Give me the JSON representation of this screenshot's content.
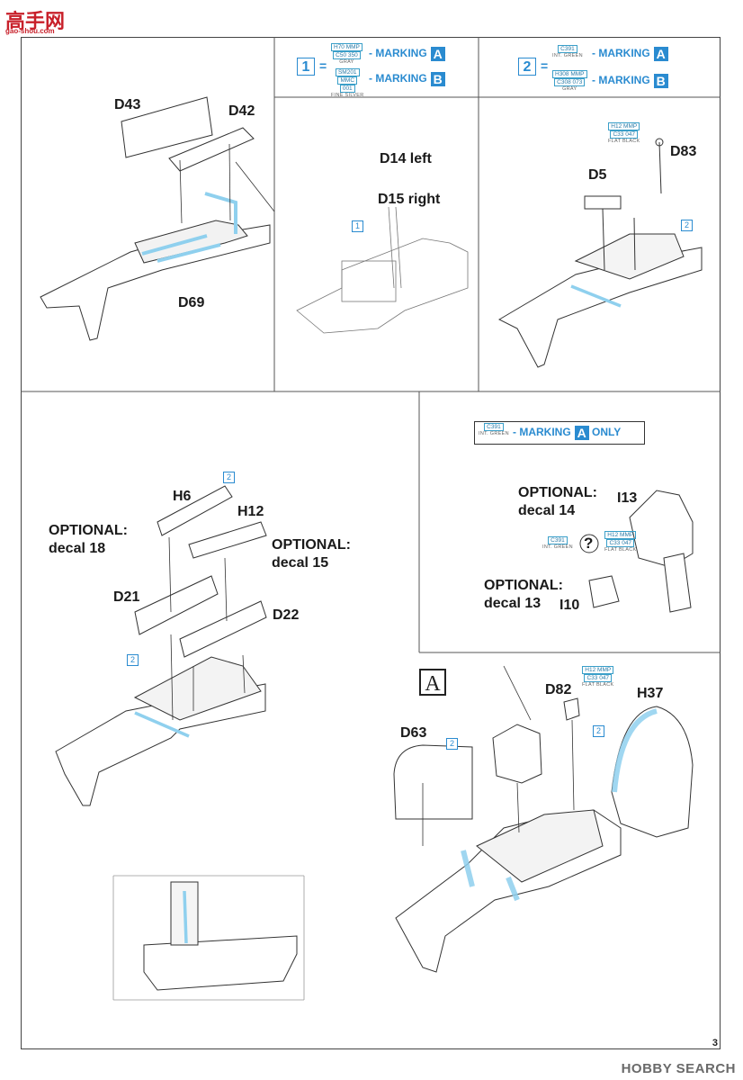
{
  "header": {
    "logo_text": "高手网",
    "logo_sub": "gao-shou.com"
  },
  "step1": {
    "number": "1",
    "eq": "=",
    "row1": {
      "codes": [
        "H70 MMP",
        "C50 350"
      ],
      "sub": "GRAY",
      "label": "- MARKING",
      "mark": "A"
    },
    "row2": {
      "codes": [
        "SM201",
        "MMC",
        "001"
      ],
      "sub": "FINE SILVER",
      "label": "- MARKING",
      "mark": "B"
    }
  },
  "step2": {
    "number": "2",
    "eq": "=",
    "row1": {
      "codes": [
        "C391"
      ],
      "sub": "INT. GREEN",
      "label": "- MARKING",
      "mark": "A"
    },
    "row2": {
      "codes": [
        "H308 MMP",
        "C308 073"
      ],
      "sub": "GRAY",
      "label": "- MARKING",
      "mark": "B"
    }
  },
  "parts": {
    "d43": "D43",
    "d42": "D42",
    "d69": "D69",
    "d14": "D14 left",
    "d15": "D15 right",
    "d5": "D5",
    "d83": "D83",
    "h6": "H6",
    "h12": "H12",
    "d21": "D21",
    "d22": "D22",
    "i13": "I13",
    "i10": "I10",
    "d82": "D82",
    "h37": "H37",
    "d63": "D63"
  },
  "paint_codes": {
    "flat_black_a": {
      "codes": [
        "H12 MMP",
        "C33 047"
      ],
      "sub": "FLAT BLACK"
    },
    "flat_black_b": {
      "codes": [
        "H12 MMP",
        "C33 047"
      ],
      "sub": "FLAT BLACK"
    },
    "flat_black_c": {
      "codes": [
        "H12 MMP",
        "C33 047"
      ],
      "sub": "FLAT BLACK"
    },
    "int_green_a": {
      "codes": [
        "C391"
      ],
      "sub": "INT. GREEN"
    },
    "int_green_b": {
      "codes": [
        "C391"
      ],
      "sub": "INT. GREEN"
    }
  },
  "optional": {
    "decal18": {
      "title": "OPTIONAL:",
      "decal": "decal 18"
    },
    "decal15": {
      "title": "OPTIONAL:",
      "decal": "decal 15"
    },
    "decal14": {
      "title": "OPTIONAL:",
      "decal": "decal 14"
    },
    "decal13": {
      "title": "OPTIONAL:",
      "decal": "decal 13"
    }
  },
  "marking_only": {
    "label": "- MARKING",
    "mark": "A",
    "suffix": "ONLY"
  },
  "marking_letter": "A",
  "question_mark": "?",
  "callouts": {
    "one": "1",
    "two": "2"
  },
  "page_number": "3",
  "watermark": "HOBBY SEARCH",
  "colors": {
    "accent_blue": "#2a8bd0",
    "highlight": "#8fd0ee",
    "brand_red": "#c8202a"
  }
}
